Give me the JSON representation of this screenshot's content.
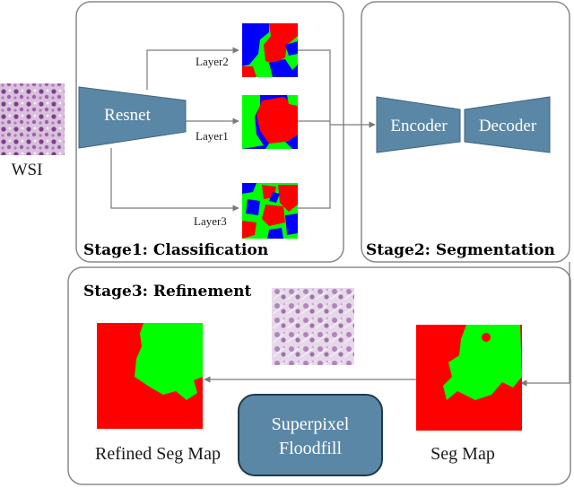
{
  "input": {
    "label": "WSI"
  },
  "stage1": {
    "title": "Stage1: Classification",
    "backbone_label": "Resnet",
    "layers": [
      "Layer2",
      "Layer1",
      "Layer3"
    ]
  },
  "stage2": {
    "title": "Stage2: Segmentation",
    "encoder_label": "Encoder",
    "decoder_label": "Decoder"
  },
  "stage3": {
    "title": "Stage3: Refinement",
    "refined_label": "Refined Seg Map",
    "seg_label": "Seg Map",
    "method_line1": "Superpixel",
    "method_line2": "Floodfill"
  },
  "colors": {
    "block_fill": "#5b87a6",
    "block_stroke": "#3f6580",
    "seg_red": "#ff0000",
    "seg_green": "#00ff00",
    "seg_blue": "#0000ff",
    "panel_stroke": "#8a8a8a",
    "arrow": "#7a7a7a"
  }
}
